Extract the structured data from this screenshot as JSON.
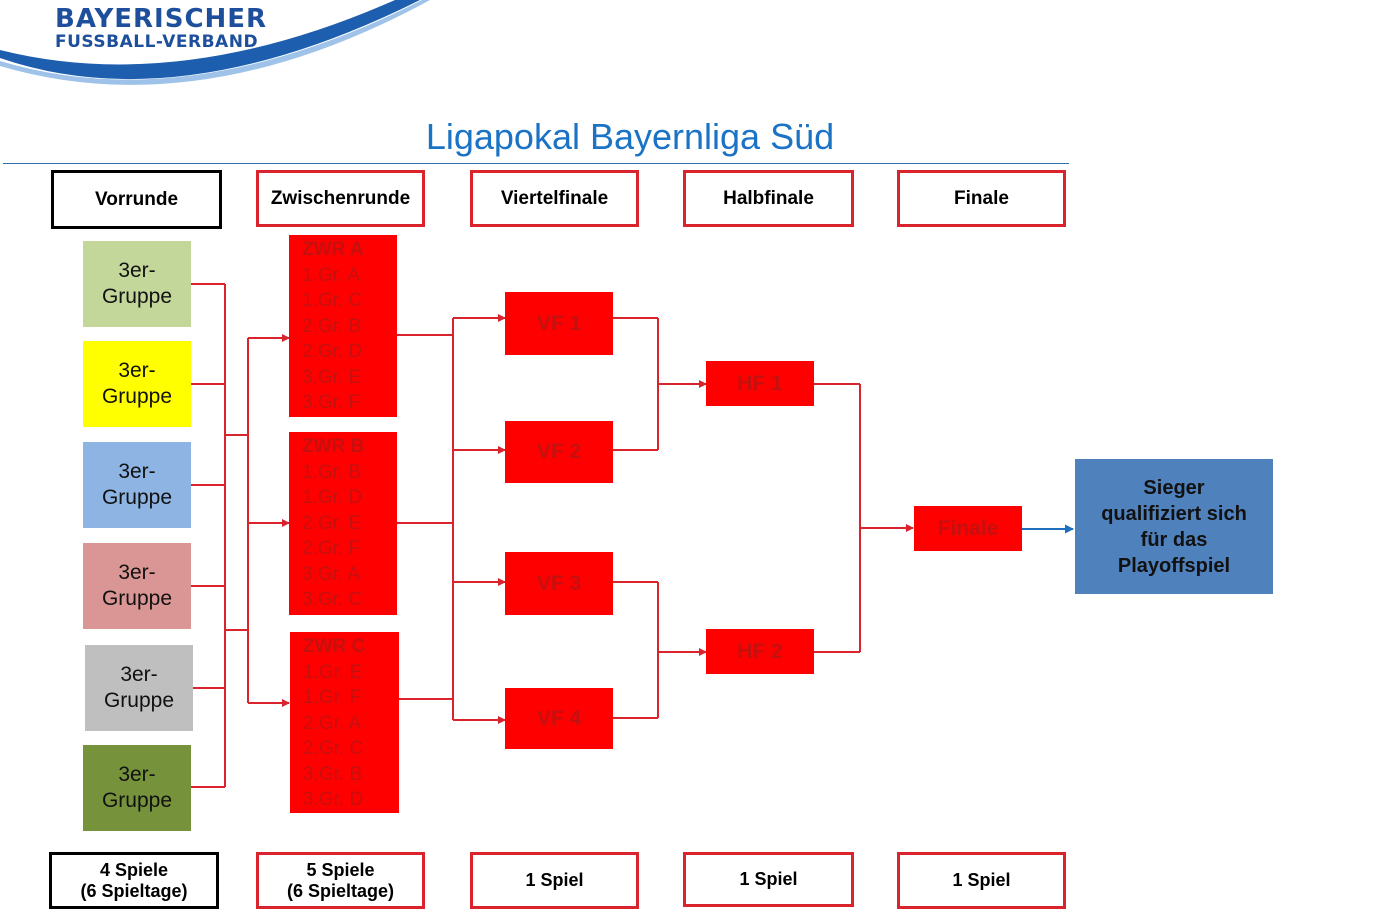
{
  "logo": {
    "line1": "BAYERISCHER",
    "line2": "FUSSBALL-VERBAND"
  },
  "title": "Ligapokal Bayernliga Süd",
  "stages": {
    "vorrunde": "Vorrunde",
    "zwischenrunde": "Zwischenrunde",
    "viertelfinale": "Viertelfinale",
    "halbfinale": "Halbfinale",
    "finale": "Finale"
  },
  "groups": [
    {
      "line1": "3er-",
      "line2": "Gruppe",
      "color": "#c4d79b"
    },
    {
      "line1": "3er-",
      "line2": "Gruppe",
      "color": "#ffff00"
    },
    {
      "line1": "3er-",
      "line2": "Gruppe",
      "color": "#8db4e2"
    },
    {
      "line1": "3er-",
      "line2": "Gruppe",
      "color": "#da9694"
    },
    {
      "line1": "3er-",
      "line2": "Gruppe",
      "color": "#bfbfbf"
    },
    {
      "line1": "3er-",
      "line2": "Gruppe",
      "color": "#76933c"
    }
  ],
  "zwr": [
    {
      "title": "ZWR A",
      "lines": [
        "1.Gr. A",
        "1.Gr. C",
        "2.Gr. B",
        "2.Gr. D",
        "3.Gr. E",
        "3.Gr. F"
      ]
    },
    {
      "title": "ZWR B",
      "lines": [
        "1.Gr. B",
        "1.Gr. D",
        "2.Gr. E",
        "2.Gr. F",
        "3.Gr. A",
        "3.Gr. C"
      ]
    },
    {
      "title": "ZWR C",
      "lines": [
        "1.Gr. E",
        "1.Gr. F",
        "2.Gr. A",
        "2.Gr. C",
        "3.Gr. B",
        "3.Gr. D"
      ]
    }
  ],
  "vf": [
    "VF 1",
    "VF 2",
    "VF 3",
    "VF 4"
  ],
  "hf": [
    "HF 1",
    "HF 2"
  ],
  "final_box": "Finale",
  "winner": {
    "l1": "Sieger",
    "l2": "qualifiziert sich",
    "l3": "für das",
    "l4": "Playoffspiel"
  },
  "footer": {
    "vorrunde": {
      "l1": "4 Spiele",
      "l2": "(6 Spieltage)"
    },
    "zwischenrunde": {
      "l1": "5 Spiele",
      "l2": "(6 Spieltage)"
    },
    "viertelfinale": "1 Spiel",
    "halbfinale": "1 Spiel",
    "finale": "1 Spiel"
  },
  "colors": {
    "red": "#ff0000",
    "line_red": "#d9232d",
    "blue_box": "#4f81bd",
    "title_blue": "#1a73c5",
    "arrow_blue": "#1f6fbf"
  }
}
